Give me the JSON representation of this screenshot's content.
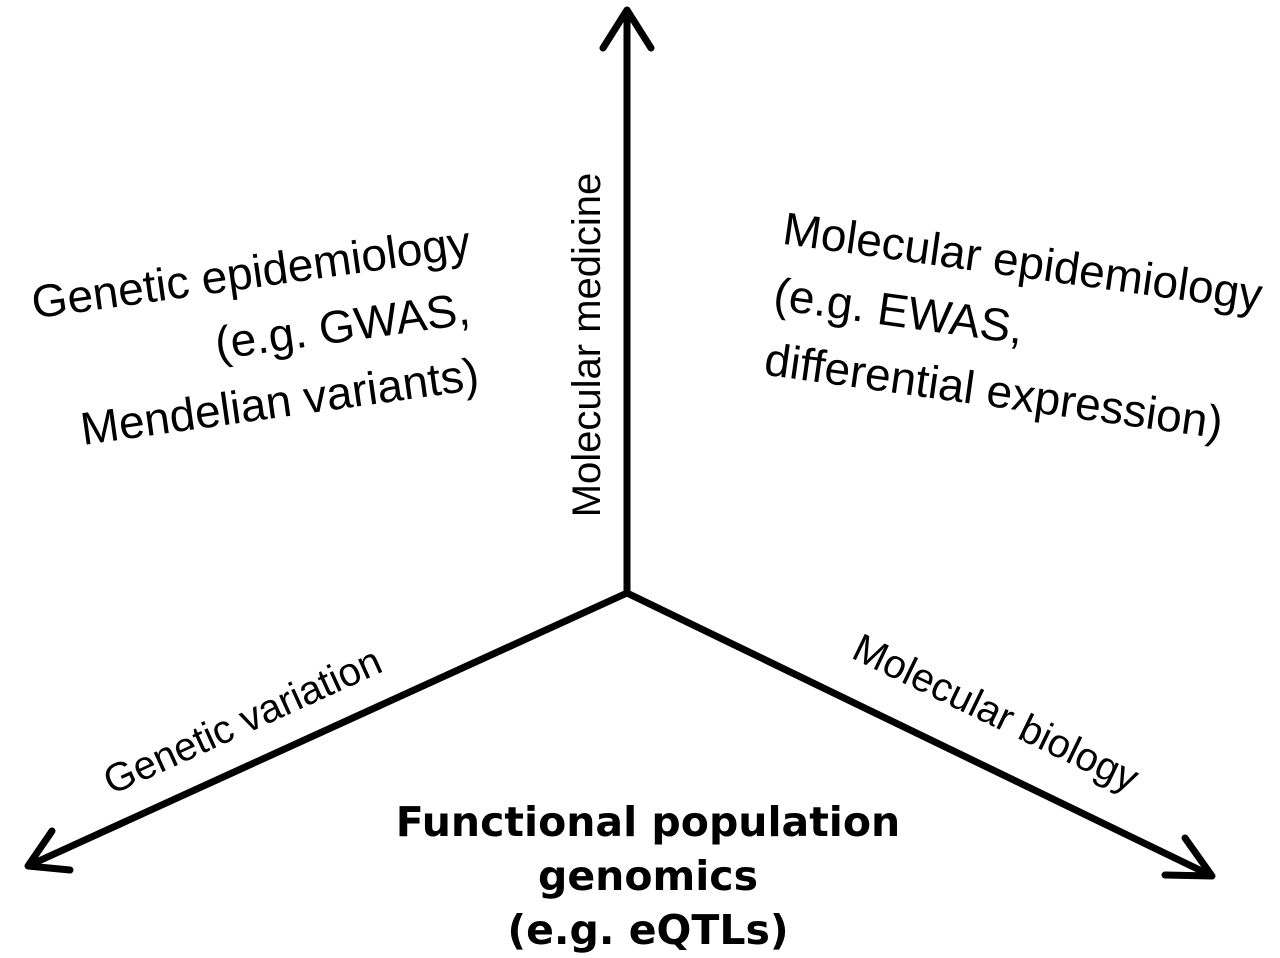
{
  "axes": {
    "vertical": "Molecular medicine",
    "left": "Genetic variation",
    "right": "Molecular biology"
  },
  "regions": {
    "genetic_epidemiology": [
      "Genetic epidemiology",
      "(e.g. GWAS,",
      "Mendelian variants)"
    ],
    "molecular_epidemiology": [
      "Molecular  epidemiology",
      "(e.g. EWAS,",
      "differential expression)"
    ],
    "functional_population_genomics": [
      "Functional population",
      "genomics",
      "(e.g. eQTLs)"
    ]
  }
}
